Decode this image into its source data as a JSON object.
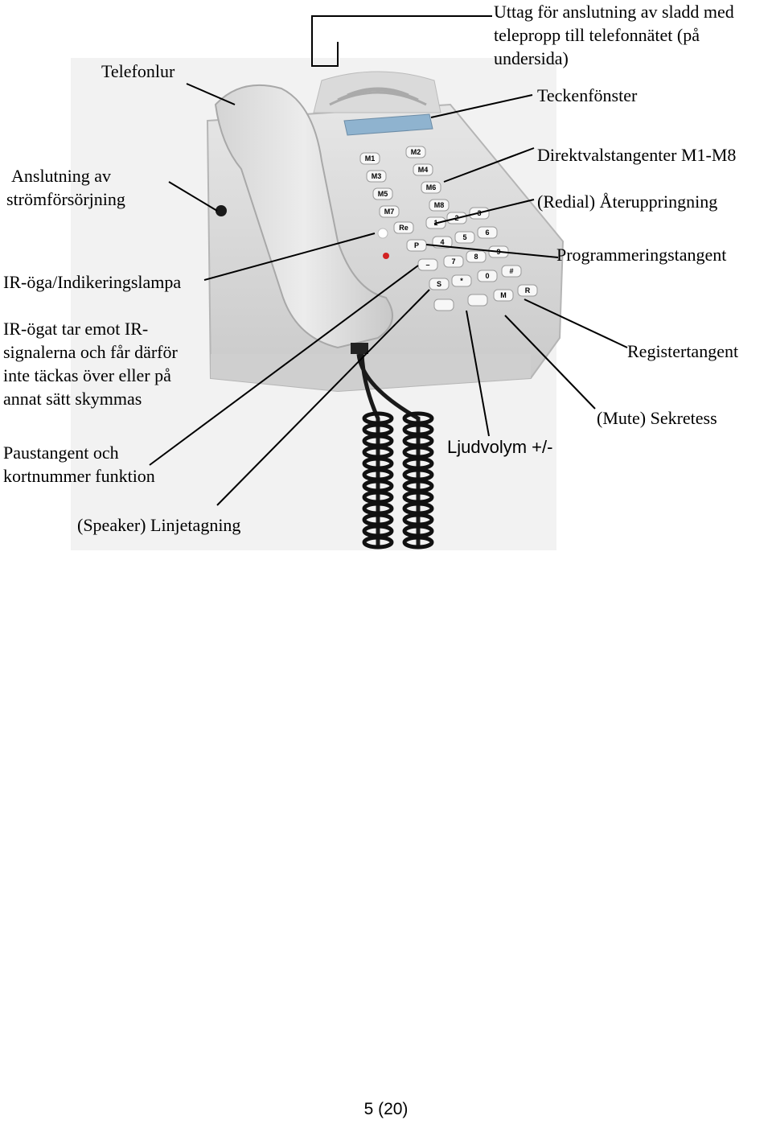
{
  "labels": {
    "uttag": [
      "Uttag för anslutning av sladd med",
      "telepropp till telefonnätet (på",
      "undersida)"
    ],
    "telefonlur": "Telefonlur",
    "teckenfonster": "Teckenfönster",
    "anslutning": [
      "Anslutning av",
      "strömförsörjning"
    ],
    "direktval": "Direktvalstangenter M1-M8",
    "redial": "(Redial) Återuppringning",
    "programmering": "Programmeringstangent",
    "ir_oga": "IR-öga/Indikeringslampa",
    "ir_note": [
      "IR-ögat tar emot IR-",
      "signalerna och får därför",
      "inte täckas över eller på",
      "annat sätt skymmas"
    ],
    "registertangent": "Registertangent",
    "mute": "(Mute) Sekretess",
    "ljudvolym": "Ljudvolym +/-",
    "paustangent": [
      "Paustangent och",
      "kortnummer funktion"
    ],
    "speaker": "(Speaker) Linjetagning"
  },
  "keypad": {
    "memory_keys": [
      "M1",
      "M2",
      "M3",
      "M4",
      "M5",
      "M6",
      "M7",
      "M8"
    ],
    "function_keys": [
      "Re",
      "P",
      "–",
      "S"
    ],
    "digit_keys": [
      "1",
      "2",
      "3",
      "4",
      "5",
      "6",
      "7",
      "8",
      "9",
      "*",
      "0",
      "#"
    ],
    "right_keys": [
      "M",
      "R"
    ]
  },
  "page_number": "5 (20)"
}
